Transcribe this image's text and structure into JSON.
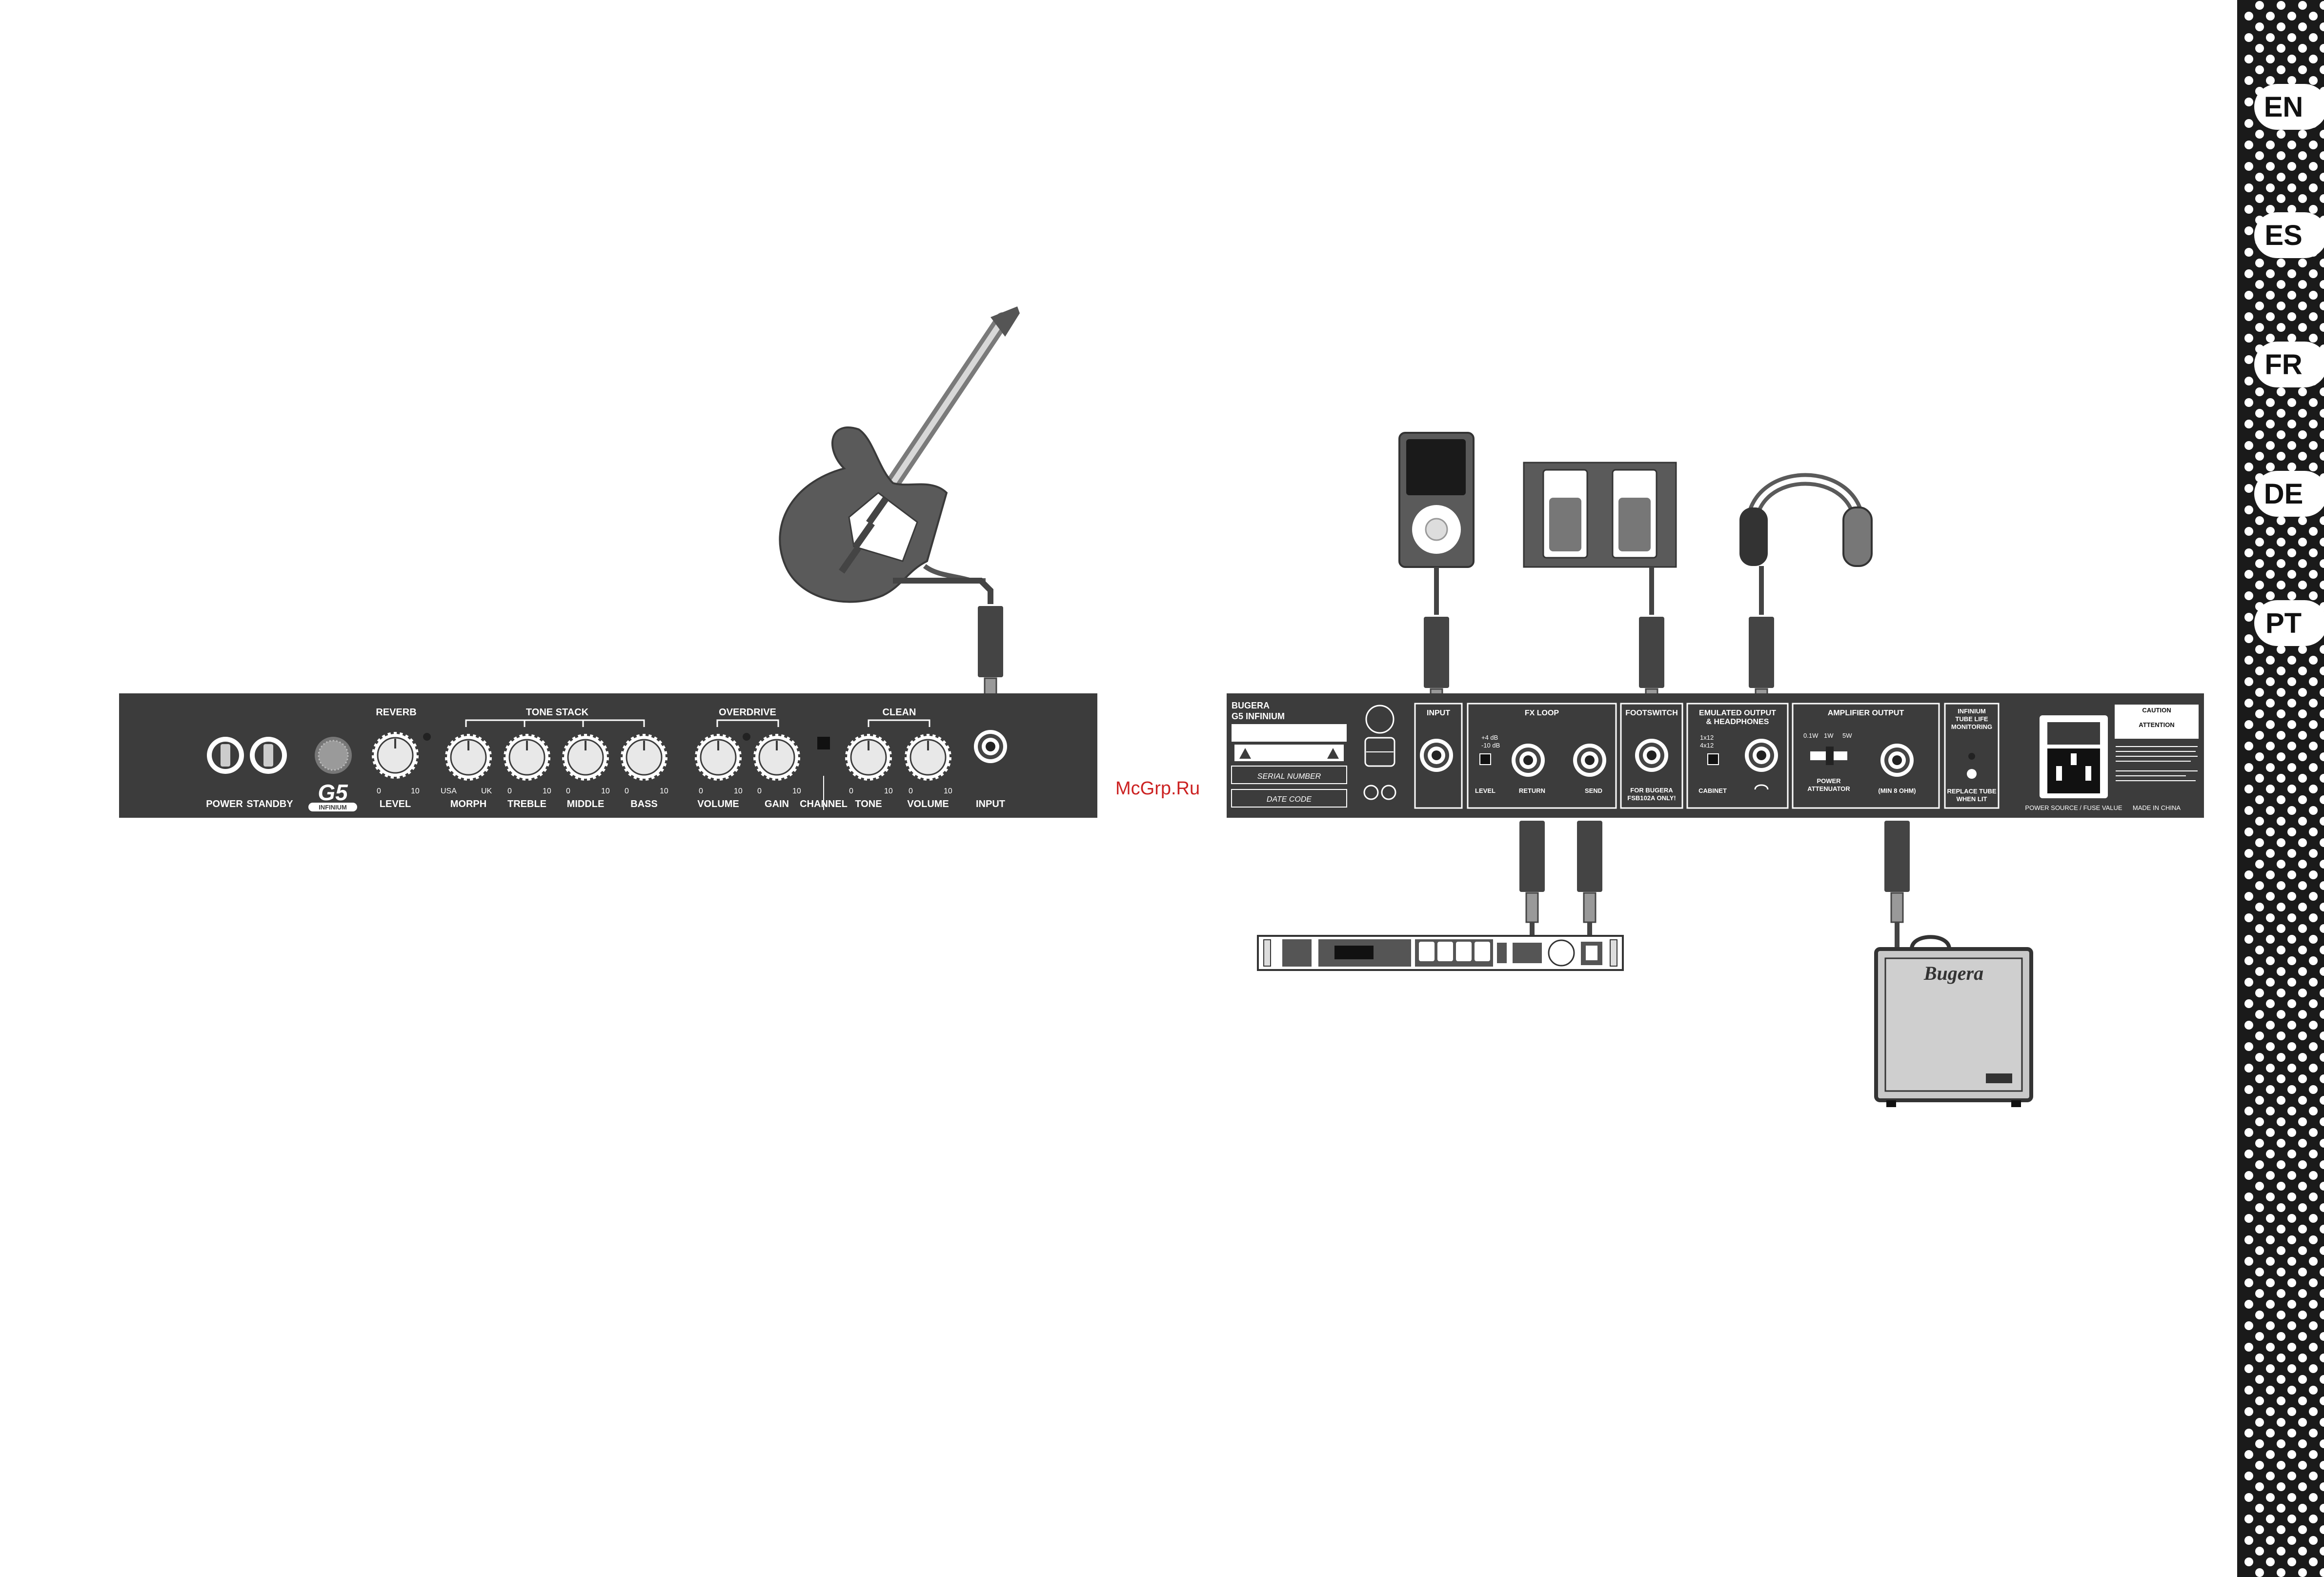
{
  "watermark": "McGrp.Ru",
  "language_tabs": [
    "EN",
    "ES",
    "FR",
    "DE",
    "PT"
  ],
  "front_panel": {
    "logo": "G5",
    "logo_sub": "INFINIUM",
    "switch_labels": [
      "POWER",
      "STANDBY"
    ],
    "section_labels": [
      "REVERB",
      "TONE STACK",
      "OVERDRIVE",
      "CLEAN"
    ],
    "knob_labels": [
      "LEVEL",
      "MORPH",
      "TREBLE",
      "MIDDLE",
      "BASS",
      "VOLUME",
      "GAIN",
      "TONE",
      "VOLUME"
    ],
    "morph_range": [
      "USA",
      "UK"
    ],
    "scale_min": "0",
    "scale_max": "10",
    "channel_label": "CHANNEL",
    "input_label": "INPUT"
  },
  "rear_panel": {
    "brand": "BUGERA",
    "model": "G5 INFINIUM",
    "serial_label": "SERIAL NUMBER",
    "date_label": "DATE CODE",
    "aux_in_label": "INPUT",
    "fx_loop_label": "FX LOOP",
    "fx_level_options": [
      "+4 dB",
      "-10 dB"
    ],
    "fx_level_label": "LEVEL",
    "fx_return_label": "RETURN",
    "fx_send_label": "SEND",
    "footswitch_label": "FOOTSWITCH",
    "footswitch_note": [
      "FOR BUGERA",
      "FSB102A ONLY!"
    ],
    "emulated_label": [
      "EMULATED OUTPUT",
      "& HEADPHONES"
    ],
    "cabinet_options": [
      "1x12",
      "4x12"
    ],
    "cabinet_label": "CABINET",
    "amp_output_label": "AMPLIFIER OUTPUT",
    "attenuator_options": [
      "0.1W",
      "1W",
      "5W"
    ],
    "attenuator_label": [
      "POWER",
      "ATTENUATOR"
    ],
    "impedance_label": "(MIN 8 OHM)",
    "infinium_label": [
      "INFINIUM",
      "TUBE LIFE",
      "MONITORING"
    ],
    "replace_label": [
      "REPLACE TUBE",
      "WHEN LIT"
    ],
    "caution_title": "CAUTION",
    "attention_title": "ATTENTION",
    "made_in": "MADE IN CHINA",
    "power_label": "POWER SOURCE / FUSE VALUE"
  },
  "devices": {
    "cabinet_brand": "Bugera"
  }
}
